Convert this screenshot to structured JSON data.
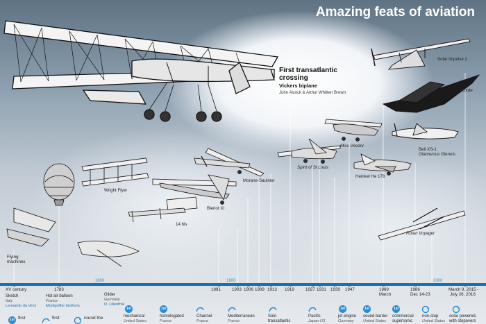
{
  "title": "Amazing feats of aviation",
  "featured": {
    "heading_line1": "First transatlantic",
    "heading_line2": "crossing",
    "plane": "Vickers biplane",
    "pilots": "John Alcock & Arthur Whitten Brown"
  },
  "plane_labels": {
    "solar": "Solar Impulse 2",
    "concorde": "Concorde",
    "bell": "Bell XS-1",
    "bell_sub": "Glamorous Glennis",
    "miss": "Miss Veedol",
    "spirit": "Spirit of St Louis",
    "heinkel": "Heinkel He 178",
    "morane": "Morane-Saulnier",
    "wright": "Wright Flyer",
    "bleriot": "Bleriot XI",
    "bis": "14 bis",
    "rutan": "Rutan Voyager",
    "flying1": "Flying",
    "flying2": "machines"
  },
  "centuries": [
    "1800",
    "1900",
    "2000"
  ],
  "years": {
    "xv": "XV century",
    "y1783": "1783",
    "y1891": "1891",
    "y1903": "1903",
    "y1906": "1906",
    "y1909": "1909",
    "y1913": "1913",
    "y1919": "1919",
    "y1927": "1927",
    "y1931": "1931",
    "y1939": "1939",
    "y1947": "1947",
    "y1969": "1969",
    "y1969b": "March",
    "y1986": "1986",
    "y1986b": "Dec 14-23",
    "y2015": "March 9, 2015 -",
    "y2015b": "July 26, 2016"
  },
  "events": {
    "sketch": "Sketch",
    "sketch_pl": "Italy",
    "sketch_who": "Leonardo da Vinci",
    "balloon": "Hot air balloon",
    "balloon_pl": "France",
    "balloon_who": "Montgolfier brothers",
    "glider": "Glider",
    "glider_pl": "Germany",
    "glider_who": "O. Lilienthal",
    "mech": "mechanical",
    "mech_pl": "United States",
    "homol": "homologated",
    "homol_pl": "France",
    "channel": "Channel",
    "channel_pl": "France",
    "med": "Mediterranean",
    "med_pl": "France",
    "solo": "Solo",
    "solo2": "transatlantic",
    "pacific": "Pacific",
    "pacific_pl": "Japan-US",
    "jet": "jet engine",
    "jet_pl": "Germany",
    "sound": "sound barrier",
    "sound_pl": "United States",
    "commercial": "commercial",
    "commercial2": "supersonic",
    "nonstop": "non-stop",
    "nonstop_pl": "United States",
    "solar": "solar powered,",
    "solar2": "with stopovers"
  },
  "badge_text": "1st",
  "legend": {
    "first": "first",
    "first2": "first",
    "round": "round the"
  },
  "colors": {
    "timeline": "#1d6fa8",
    "badge": "#2a8bd0",
    "title": "#ffffff"
  }
}
